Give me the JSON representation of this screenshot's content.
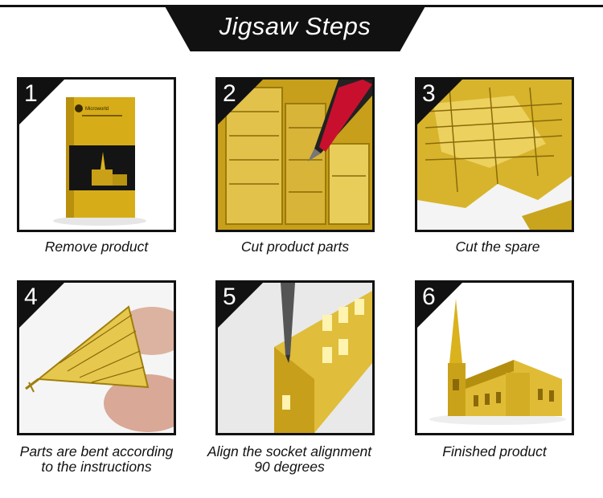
{
  "banner": {
    "title": "Jigsaw Steps"
  },
  "steps": [
    {
      "number": "1",
      "caption": [
        "Remove product"
      ]
    },
    {
      "number": "2",
      "caption": [
        "Cut product parts"
      ]
    },
    {
      "number": "3",
      "caption": [
        "Cut the spare"
      ]
    },
    {
      "number": "4",
      "caption": [
        "Parts are bent according",
        "to the instructions"
      ]
    },
    {
      "number": "5",
      "caption": [
        "Align the socket alignment",
        "90 degrees"
      ]
    },
    {
      "number": "6",
      "caption": [
        "Finished product"
      ]
    }
  ],
  "package": {
    "brand": "Microworld"
  },
  "colors": {
    "gold": "#d9b21e",
    "gold_light": "#f3da5a",
    "gold_dark": "#8a6a08",
    "frame": "#111111"
  }
}
